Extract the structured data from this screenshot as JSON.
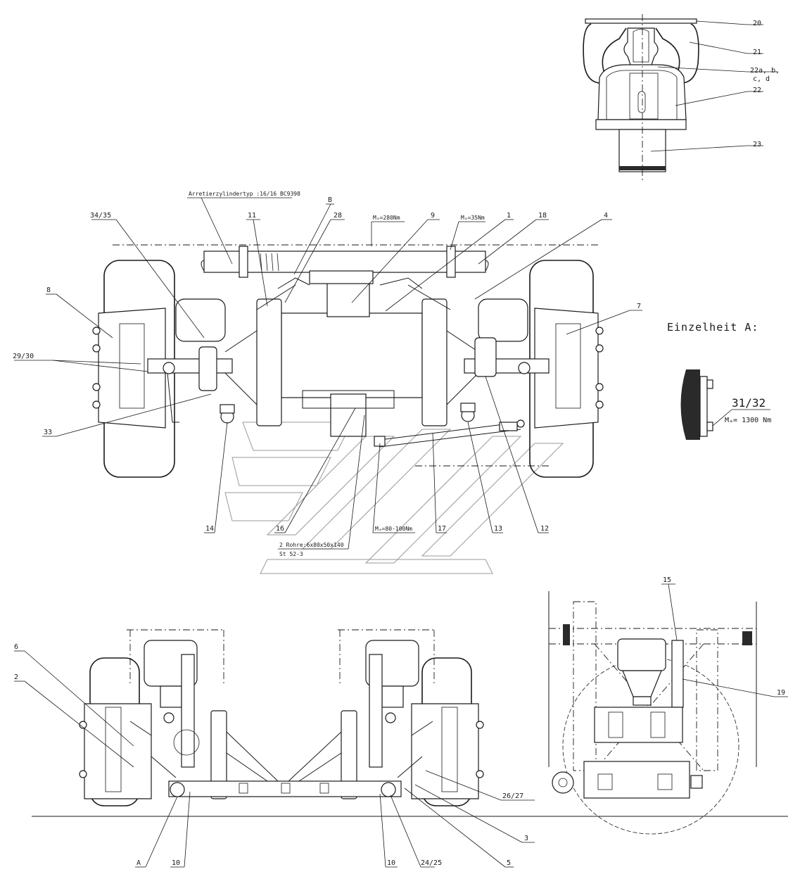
{
  "labels": {
    "n1": "1",
    "n2": "2",
    "n3": "3",
    "n4": "4",
    "n5": "5",
    "n6": "6",
    "n7": "7",
    "n8": "8",
    "n9": "9",
    "n10a": "10",
    "n10b": "10",
    "n11": "11",
    "n12": "12",
    "n13": "13",
    "n14": "14",
    "n15": "15",
    "n16": "16",
    "n17": "17",
    "n18": "18",
    "n19": "19",
    "n20": "20",
    "n21": "21",
    "n22": "22",
    "n22abcd_1": "22a, b,",
    "n22abcd_2": "c, d",
    "n23": "23",
    "n24_25": "24/25",
    "n26_27": "26/27",
    "n28": "28",
    "n29_30": "29/30",
    "n31_32": "31/32",
    "n33": "33",
    "n34_35": "34/35",
    "nA": "A",
    "nB": "B"
  },
  "annotations": {
    "arretier": "Arretierzylindertyp :16/16  BC9398",
    "ma280": "Mₐ=280Nm",
    "ma35": "Mₐ=35Nm",
    "ma80_100": "Mₐ=80-100Nm",
    "rohre_1": "2 Rohre:6x80x50x140",
    "rohre_2": "St 52-3",
    "ma1300": "Mₐ= 1300 Nm"
  },
  "detail": {
    "title": "Einzelheit A:"
  }
}
